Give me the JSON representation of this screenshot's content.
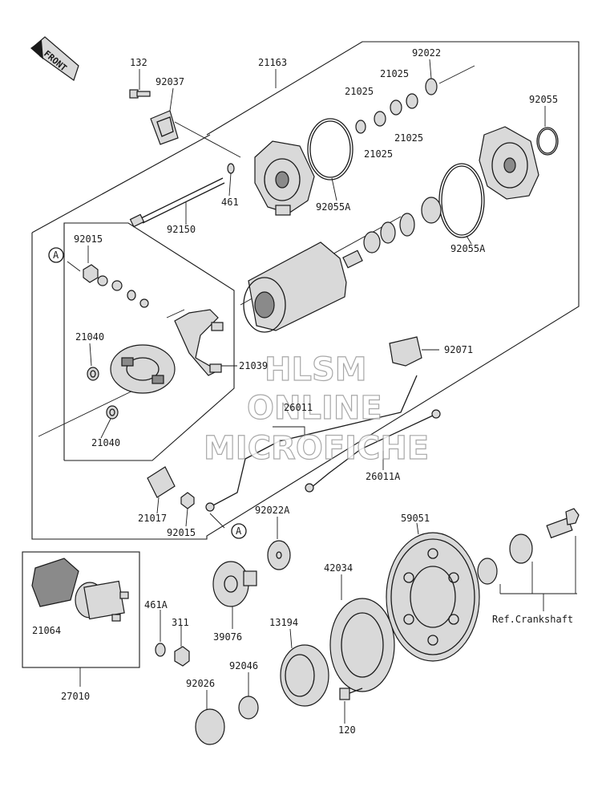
{
  "front_badge": "FRONT",
  "callouts": {
    "p132": "132",
    "p92037": "92037",
    "p21163": "21163",
    "p92022": "92022",
    "p92055": "92055",
    "p21025_a": "21025",
    "p21025_b": "21025",
    "p21025_c": "21025",
    "p21025_d": "21025",
    "p461": "461",
    "p92150": "92150",
    "p92055A_a": "92055A",
    "p92055A_b": "92055A",
    "p92015_a": "92015",
    "p21040_a": "21040",
    "p21040_b": "21040",
    "p21039": "21039",
    "p92071": "92071",
    "p26011": "26011",
    "p26011A": "26011A",
    "p21017": "21017",
    "p92015_b": "92015",
    "p92022A": "92022A",
    "p59051": "59051",
    "p42034": "42034",
    "p21064": "21064",
    "p461A": "461A",
    "p311": "311",
    "p39076": "39076",
    "p13194": "13194",
    "p27010": "27010",
    "p92026": "92026",
    "p92046": "92046",
    "p120": "120",
    "ref_crankshaft": "Ref.Crankshaft",
    "ref_a_1": "A",
    "ref_a_2": "A"
  },
  "watermark": {
    "line1": "HLSM",
    "line2": "ONLINE",
    "line3": "MICROFICHE"
  }
}
